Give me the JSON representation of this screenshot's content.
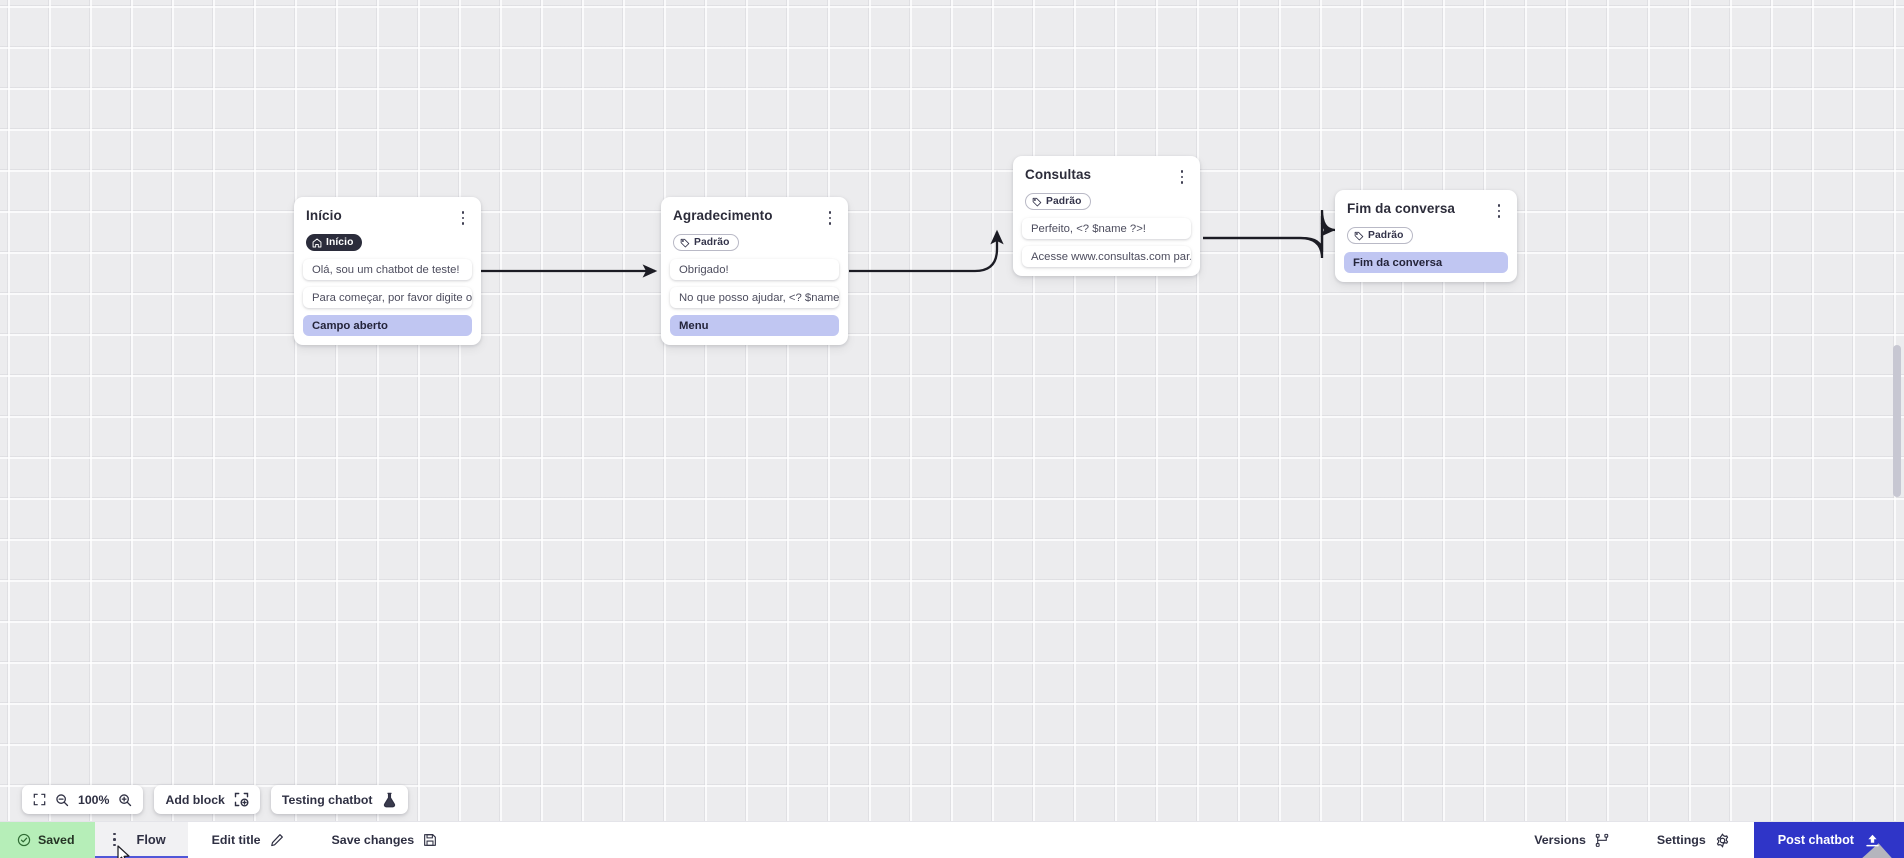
{
  "canvas": {
    "zoom_level": "100%",
    "grid": true
  },
  "blocks": [
    {
      "id": "inicio",
      "title": "Início",
      "badge": {
        "label": "Início",
        "icon": "home-icon",
        "style": "start"
      },
      "rows": [
        {
          "label": "Olá, sou um chatbot de teste!",
          "type": "message"
        },
        {
          "label": "Para começar, por favor digite o ...",
          "type": "message"
        },
        {
          "label": "Campo aberto",
          "type": "action"
        }
      ]
    },
    {
      "id": "agradecimento",
      "title": "Agradecimento",
      "badge": {
        "label": "Padrão",
        "icon": "tag-icon",
        "style": "default"
      },
      "rows": [
        {
          "label": "Obrigado!",
          "type": "message"
        },
        {
          "label": "No que posso ajudar, <? $name ...",
          "type": "message"
        },
        {
          "label": "Menu",
          "type": "action"
        }
      ]
    },
    {
      "id": "consultas",
      "title": "Consultas",
      "badge": {
        "label": "Padrão",
        "icon": "tag-icon",
        "style": "default"
      },
      "rows": [
        {
          "label": "Perfeito, <? $name ?>!",
          "type": "message"
        },
        {
          "label": "Acesse www.consultas.com par...",
          "type": "message"
        }
      ]
    },
    {
      "id": "fim-da-conversa",
      "title": "Fim da conversa",
      "badge": {
        "label": "Padrão",
        "icon": "tag-icon",
        "style": "default"
      },
      "rows": [
        {
          "label": "Fim da conversa",
          "type": "action"
        }
      ]
    }
  ],
  "toolbar": {
    "fit_icon": "fit-screen-icon",
    "zoom_out_icon": "zoom-out-icon",
    "zoom_level": "100%",
    "zoom_in_icon": "zoom-in-icon",
    "add_block_label": "Add block",
    "add_block_icon": "add-block-icon",
    "testing_label": "Testing chatbot",
    "testing_icon": "flask-icon"
  },
  "statusbar": {
    "saved_label": "Saved",
    "saved_icon": "check-circle-icon",
    "flow_tab_label": "Flow",
    "flow_tab_handle_icon": "drag-handle-icon",
    "edit_title_label": "Edit title",
    "edit_title_icon": "pencil-icon",
    "save_changes_label": "Save changes",
    "save_changes_icon": "save-disk-icon",
    "versions_label": "Versions",
    "versions_icon": "branch-icon",
    "settings_label": "Settings",
    "settings_icon": "gear-icon",
    "post_label": "Post chatbot",
    "post_icon": "upload-icon"
  },
  "colors": {
    "canvas_bg": "#ececee",
    "action_row": "#c0c6f2",
    "start_badge": "#2b2c3b",
    "saved_chip": "#b6eeb8",
    "post_button": "#2f35c8",
    "tab_underline": "#5057d8"
  }
}
